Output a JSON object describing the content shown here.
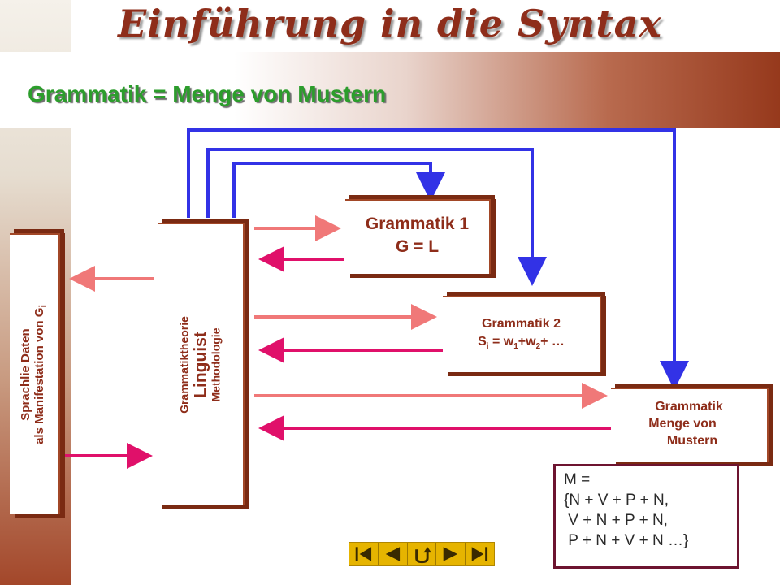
{
  "header": {
    "title": "Einführung in die Syntax"
  },
  "slide": {
    "title": "Grammatik = Menge von Mustern"
  },
  "data_box": {
    "line1": "Sprachlie Daten",
    "line2": "als Manifestation von G",
    "subscript": "i"
  },
  "linguist_box": {
    "top": "Grammatiktheorie",
    "main": "Linguist",
    "bottom": "Methodologie"
  },
  "grammar1": {
    "title": "Grammatik 1",
    "formula": "G = L"
  },
  "grammar2": {
    "title": "Grammatik 2",
    "formula_s": "S",
    "formula_s_sub": "i",
    "formula_eq": " = w",
    "formula_w1_sub": "1",
    "formula_plus": "+w",
    "formula_w2_sub": "2",
    "formula_end": "+ …"
  },
  "grammar3": {
    "line1": "Grammatik",
    "line2": "Menge von",
    "line3": "Mustern"
  },
  "m_set": {
    "lines": [
      "M =",
      "{N + V + P + N,",
      " V + N + P + N,",
      " P + N + V + N …}"
    ]
  },
  "colors": {
    "forward_arrow": "#f07878",
    "back_arrow": "#e0106a",
    "feedback_line": "#3232e6",
    "title_green": "#2c9d2c",
    "box_brown": "#8e2d1a"
  },
  "nav": {
    "buttons": [
      "first-icon",
      "previous-icon",
      "return-icon",
      "next-icon",
      "last-icon"
    ]
  }
}
